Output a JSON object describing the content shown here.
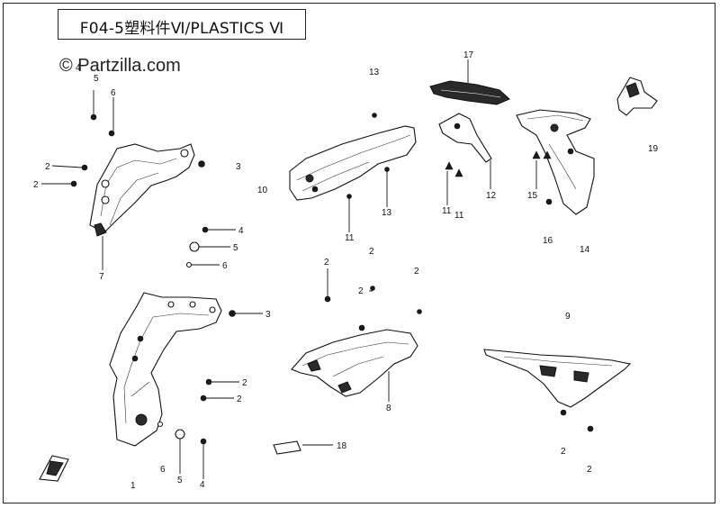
{
  "header": {
    "title": "F04-5塑料件Ⅵ/PLASTICS Ⅵ"
  },
  "watermark": {
    "text": "© Partzilla.com"
  },
  "callouts": [
    {
      "id": "c5a",
      "label": "5"
    },
    {
      "id": "c6a",
      "label": "6"
    },
    {
      "id": "c2a",
      "label": "2"
    },
    {
      "id": "c2b",
      "label": "2"
    },
    {
      "id": "c7",
      "label": "7"
    },
    {
      "id": "c4a",
      "label": "4"
    },
    {
      "id": "c3a",
      "label": "3"
    },
    {
      "id": "c10",
      "label": "10"
    },
    {
      "id": "c4b",
      "label": "4"
    },
    {
      "id": "c5b",
      "label": "5"
    },
    {
      "id": "c6b",
      "label": "6"
    },
    {
      "id": "c3b",
      "label": "3"
    },
    {
      "id": "c2c",
      "label": "2"
    },
    {
      "id": "c2d",
      "label": "2"
    },
    {
      "id": "c6c",
      "label": "6"
    },
    {
      "id": "c5c",
      "label": "5"
    },
    {
      "id": "c4c",
      "label": "4"
    },
    {
      "id": "c1",
      "label": "1"
    },
    {
      "id": "c13a",
      "label": "13"
    },
    {
      "id": "c13b",
      "label": "13"
    },
    {
      "id": "c11a",
      "label": "11"
    },
    {
      "id": "c11b",
      "label": "11"
    },
    {
      "id": "c11c",
      "label": "11"
    },
    {
      "id": "c12",
      "label": "12"
    },
    {
      "id": "c17",
      "label": "17"
    },
    {
      "id": "c15",
      "label": "15"
    },
    {
      "id": "c16",
      "label": "16"
    },
    {
      "id": "c14",
      "label": "14"
    },
    {
      "id": "c19",
      "label": "19"
    },
    {
      "id": "c2e",
      "label": "2"
    },
    {
      "id": "c2f",
      "label": "2"
    },
    {
      "id": "c2g",
      "label": "2"
    },
    {
      "id": "c2h",
      "label": "2"
    },
    {
      "id": "c8",
      "label": "8"
    },
    {
      "id": "c9",
      "label": "9"
    },
    {
      "id": "c2i",
      "label": "2"
    },
    {
      "id": "c2j",
      "label": "2"
    },
    {
      "id": "c18",
      "label": "18"
    }
  ]
}
